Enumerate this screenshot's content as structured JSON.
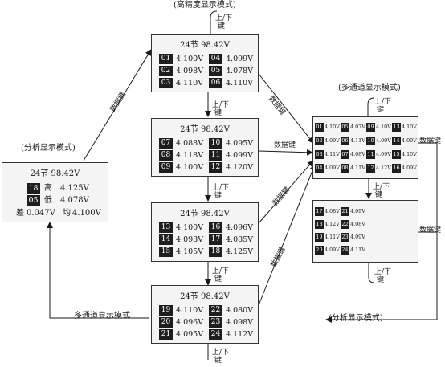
{
  "title_high": "(高精度显示模式)",
  "title_multi": "(多通道显示模式)",
  "title_analysis": "(分析显示模式)",
  "bottom_multi_label": "多通道显示模式",
  "bottom_analysis_label": "(分析显示模式)",
  "key_updown": "上/下",
  "key_char": "键",
  "data_key": "数据键",
  "pages": [
    {
      "header": "24节 98.42V",
      "cells": [
        {
          "n": "01",
          "v": "4.100V"
        },
        {
          "n": "04",
          "v": "4.099V"
        },
        {
          "n": "02",
          "v": "4.098V"
        },
        {
          "n": "05",
          "v": "4.078V"
        },
        {
          "n": "03",
          "v": "4.110V"
        },
        {
          "n": "06",
          "v": "4.110V"
        }
      ]
    },
    {
      "header": "24节 98.42V",
      "cells": [
        {
          "n": "07",
          "v": "4.088V"
        },
        {
          "n": "10",
          "v": "4.095V"
        },
        {
          "n": "08",
          "v": "4.118V"
        },
        {
          "n": "11",
          "v": "4.099V"
        },
        {
          "n": "09",
          "v": "4.100V"
        },
        {
          "n": "12",
          "v": "4.120V"
        }
      ]
    },
    {
      "header": "24节 98.42V",
      "cells": [
        {
          "n": "13",
          "v": "4.100V"
        },
        {
          "n": "16",
          "v": "4.096V"
        },
        {
          "n": "14",
          "v": "4.098V"
        },
        {
          "n": "17",
          "v": "4.085V"
        },
        {
          "n": "15",
          "v": "4.105V"
        },
        {
          "n": "18",
          "v": "4.125V"
        }
      ]
    },
    {
      "header": "24节 98.42V",
      "cells": [
        {
          "n": "19",
          "v": "4.110V"
        },
        {
          "n": "22",
          "v": "4.080V"
        },
        {
          "n": "20",
          "v": "4.096V"
        },
        {
          "n": "23",
          "v": "4.098V"
        },
        {
          "n": "21",
          "v": "4.095V"
        },
        {
          "n": "24",
          "v": "4.112V"
        }
      ]
    }
  ],
  "multi_top": [
    {
      "n": "01",
      "v": "4.10V"
    },
    {
      "n": "05",
      "v": "4.07V"
    },
    {
      "n": "09",
      "v": "4.10V"
    },
    {
      "n": "13",
      "v": "4.10V"
    },
    {
      "n": "02",
      "v": "4.09V"
    },
    {
      "n": "06",
      "v": "4.11V"
    },
    {
      "n": "10",
      "v": "4.09V"
    },
    {
      "n": "14",
      "v": "4.09V"
    },
    {
      "n": "03",
      "v": "4.11V"
    },
    {
      "n": "07",
      "v": "4.08V"
    },
    {
      "n": "11",
      "v": "4.09V"
    },
    {
      "n": "15",
      "v": "4.10V"
    },
    {
      "n": "04",
      "v": "4.09V"
    },
    {
      "n": "08",
      "v": "4.11V"
    },
    {
      "n": "12",
      "v": "4.12V"
    },
    {
      "n": "16",
      "v": "4.09V"
    }
  ],
  "multi_bottom": [
    {
      "n": "17",
      "v": "4.08V"
    },
    {
      "n": "21",
      "v": "4.09V"
    },
    {
      "n": "18",
      "v": "4.12V"
    },
    {
      "n": "22",
      "v": "4.08V"
    },
    {
      "n": "19",
      "v": "4.11V"
    },
    {
      "n": "23",
      "v": "4.09V"
    },
    {
      "n": "20",
      "v": "4.09V"
    },
    {
      "n": "24",
      "v": "4.11V"
    }
  ],
  "analysis": {
    "header": "24节 98.42V",
    "high_num": "18",
    "high_label": "高",
    "high_val": "4.125V",
    "low_num": "05",
    "low_label": "低",
    "low_val": "4.078V",
    "diff_label": "差",
    "diff_val": "0.047V",
    "avg_label": "均",
    "avg_val": "4.100V"
  }
}
